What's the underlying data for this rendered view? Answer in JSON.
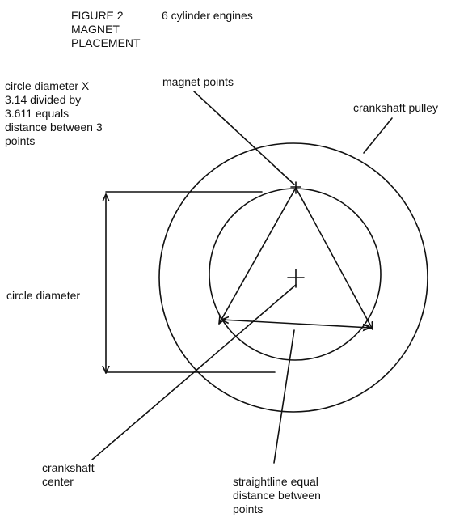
{
  "header": {
    "title": "FIGURE 2\nMAGNET\nPLACEMENT",
    "subtitle": "6 cylinder engines"
  },
  "annotations": {
    "formula": "circle diameter X\n3.14 divided by\n3.611 equals\ndistance between 3\npoints",
    "magnet_points": "magnet points",
    "crankshaft_pulley": "crankshaft pulley",
    "circle_diameter": "circle diameter",
    "crankshaft_center": "crankshaft\ncenter",
    "straightline_distance": "straightline equal\ndistance between\npoints"
  },
  "colors": {
    "ink": "#111111",
    "background": "#ffffff"
  }
}
